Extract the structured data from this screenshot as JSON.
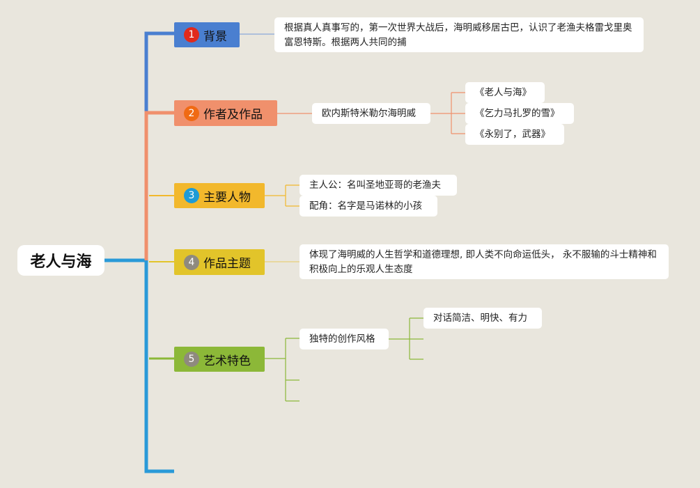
{
  "root": {
    "label": "老人与海"
  },
  "branches": [
    {
      "num": "1",
      "label": "背景",
      "color": "#4a7fd0",
      "num_color": "#e02a1c",
      "leaves": [
        "根据真人真事写的，第一次世界大战后，海明威移居古巴，认识了老渔夫格雷戈里奥富恩特斯。根据两人共同的捕"
      ]
    },
    {
      "num": "2",
      "label": "作者及作品",
      "color": "#f0906c",
      "num_color": "#f06a14",
      "leaves": [
        "欧内斯特米勒尔海明威"
      ],
      "subleaves": [
        "《老人与海》",
        "《乞力马扎罗的雪》",
        "《永别了，武器》"
      ]
    },
    {
      "num": "3",
      "label": "主要人物",
      "color": "#f2b82c",
      "num_color": "#1e9bd6",
      "leaves": [
        "主人公：名叫圣地亚哥的老渔夫",
        "配角：名字是马诺林的小孩"
      ]
    },
    {
      "num": "4",
      "label": "作品主题",
      "color": "#e2c42a",
      "num_color": "#8f8a7e",
      "leaves": [
        "体现了海明威的人生哲学和道德理想, 即人类不向命运低头， 永不服输的斗士精神和积极向上的乐观人生态度"
      ]
    },
    {
      "num": "5",
      "label": "艺术特色",
      "color": "#8cb838",
      "num_color": "#8f8a7e",
      "leaves": [
        "独特的创作风格"
      ],
      "subleaves": [
        "对话简洁、明快、有力"
      ]
    }
  ],
  "colors": {
    "trunk_top": "#4a7fd0",
    "trunk_mid": "#f0906c",
    "trunk_main": "#2a9ad8"
  }
}
